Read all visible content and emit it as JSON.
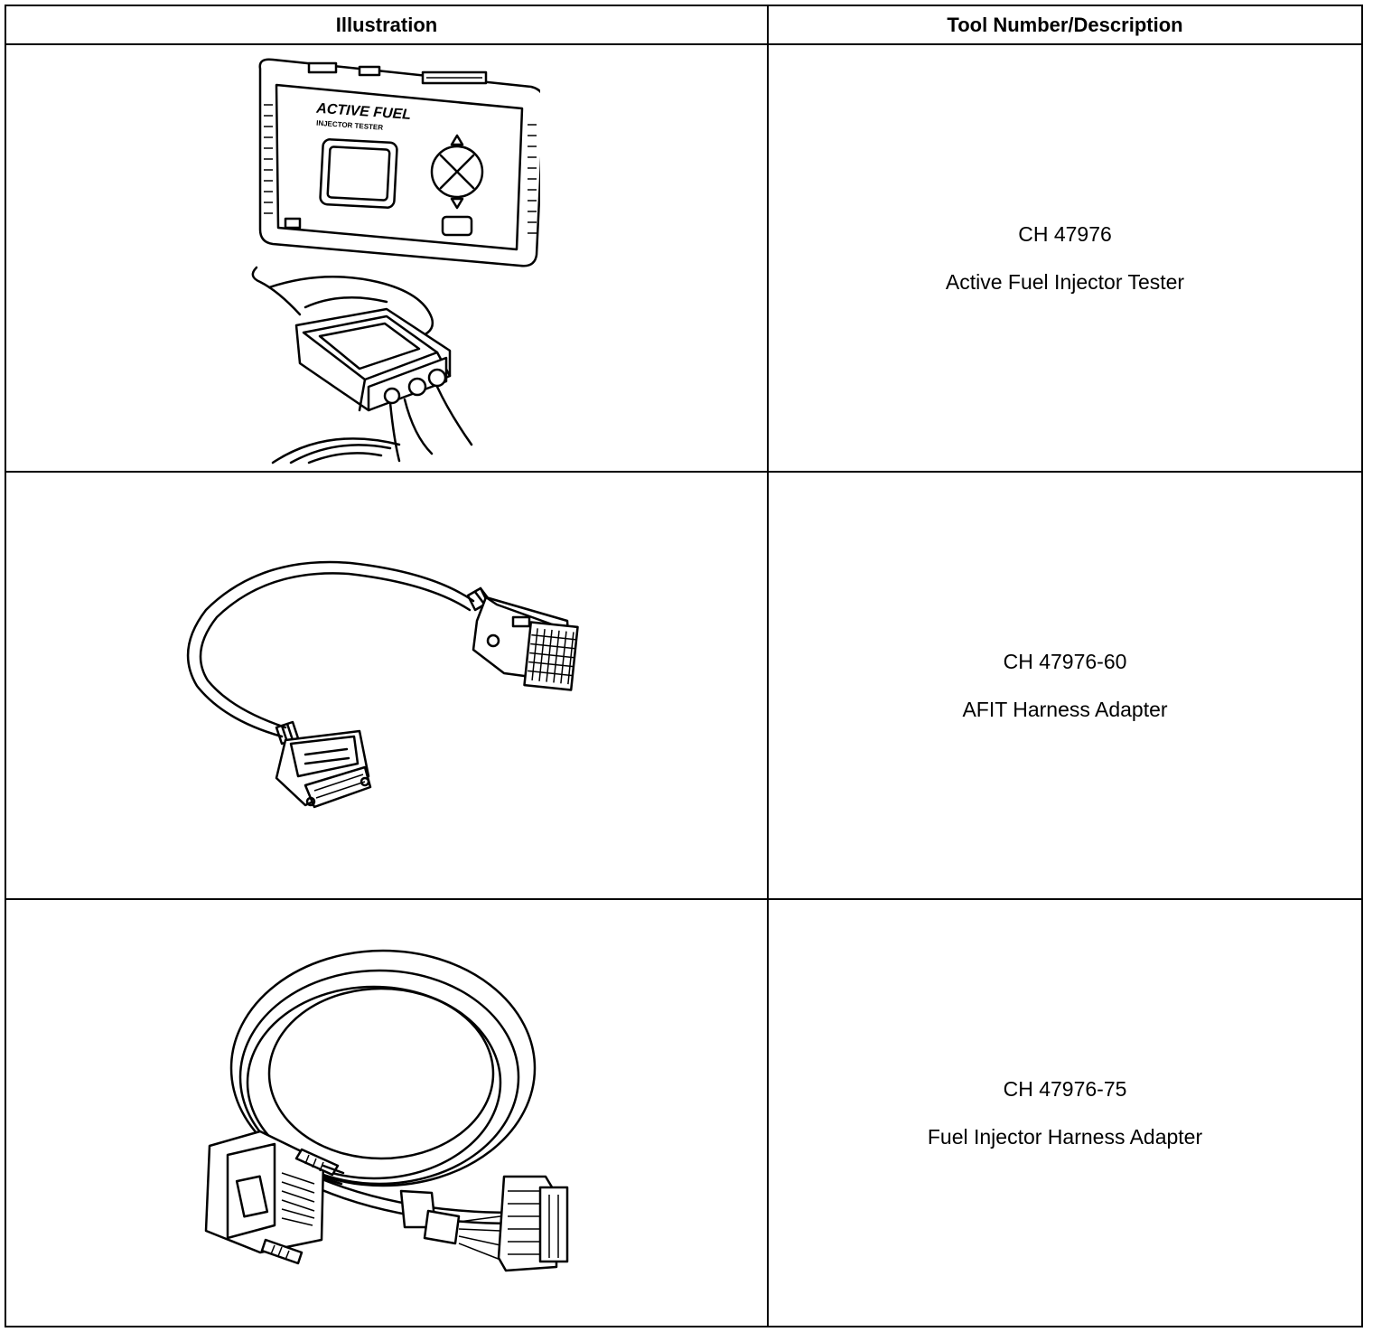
{
  "table": {
    "headers": {
      "illustration": "Illustration",
      "tool": "Tool Number/Description"
    },
    "rows": [
      {
        "number": "CH 47976",
        "description": "Active Fuel Injector Tester",
        "illustration": {
          "device_brand_line1": "ACTIVE FUEL",
          "device_brand_line2": "INJECTOR TESTER",
          "icon": "injector-tester-illustration"
        }
      },
      {
        "number": "CH 47976-60",
        "description": "AFIT Harness Adapter",
        "illustration": {
          "icon": "afit-harness-adapter-illustration"
        }
      },
      {
        "number": "CH 47976-75",
        "description": "Fuel Injector Harness Adapter",
        "illustration": {
          "icon": "fuel-injector-harness-adapter-illustration"
        }
      }
    ]
  }
}
